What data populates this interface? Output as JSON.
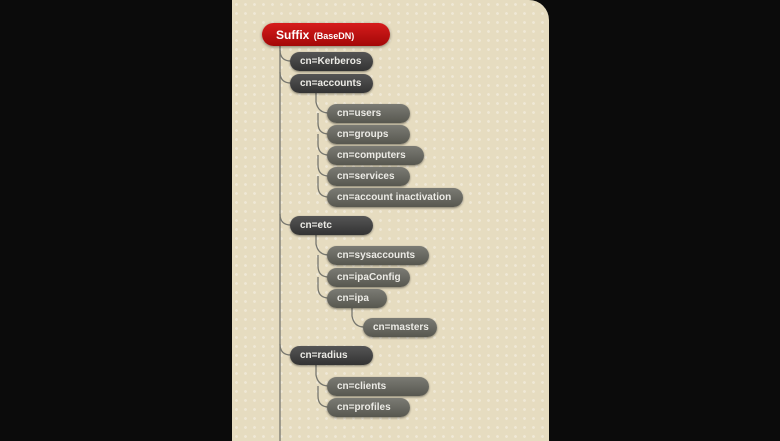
{
  "root": {
    "label": "Suffix",
    "sublabel": "(BaseDN)"
  },
  "nodes": {
    "kerberos": "cn=Kerberos",
    "accounts": "cn=accounts",
    "users": "cn=users",
    "groups": "cn=groups",
    "computers": "cn=computers",
    "services": "cn=services",
    "account_inactivation": "cn=account inactivation",
    "etc": "cn=etc",
    "sysaccounts": "cn=sysaccounts",
    "ipaconfig": "cn=ipaConfig",
    "ipa": "cn=ipa",
    "masters": "cn=masters",
    "radius": "cn=radius",
    "clients": "cn=clients",
    "profiles": "cn=profiles"
  }
}
